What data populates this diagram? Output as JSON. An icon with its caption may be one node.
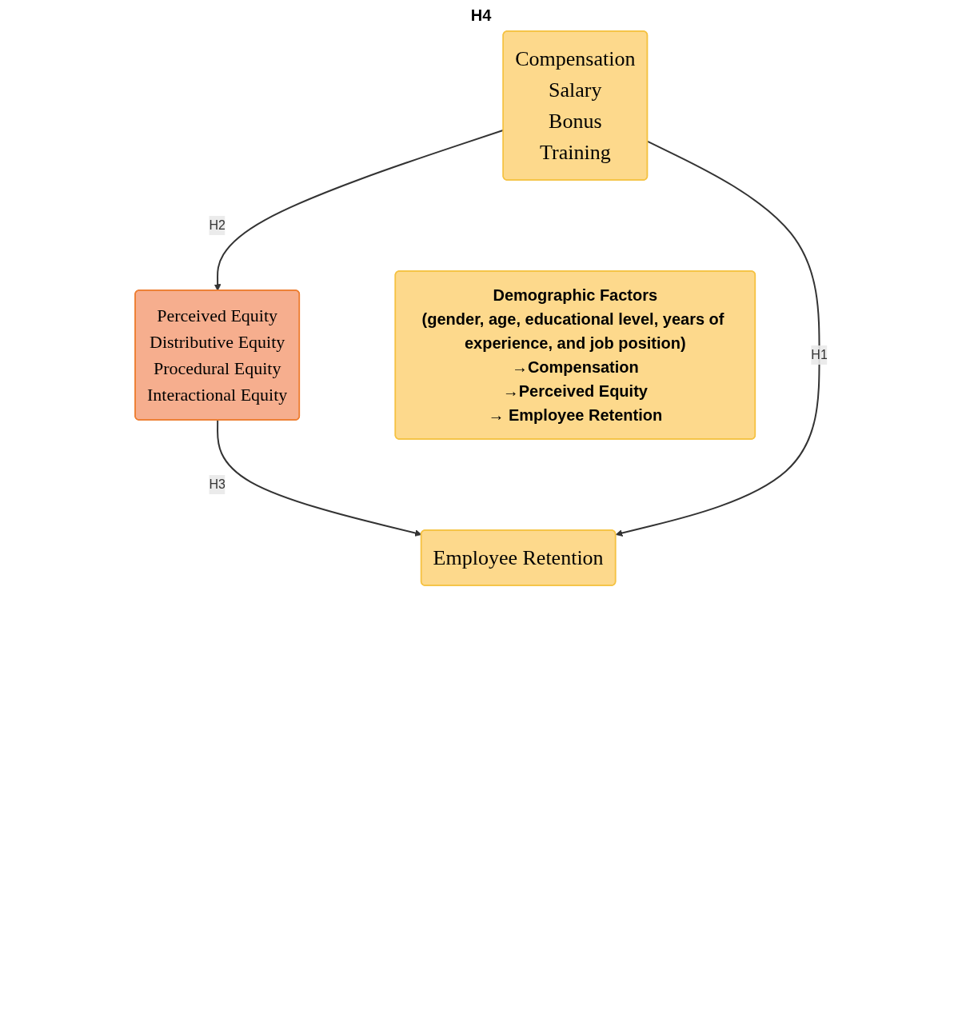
{
  "diagram": {
    "nodes": [
      {
        "text": [
          "Perceived Equity",
          "Distributive Equity",
          "Procedural Equity",
          "Interactional Equity"
        ]
      },
      {
        "text": [
          "Compensation",
          "Salary",
          "Bonus",
          "Training"
        ]
      },
      {
        "text": [
          "Employee Retention"
        ]
      },
      {
        "text": [
          "Demographic Factors",
          "(gender, age, educational level, years of experience, and job position)",
          "→Compensation",
          "→Perceived Equity",
          "→ Employee Retention"
        ]
      }
    ],
    "edges": [
      {
        "from": 1,
        "to": 0,
        "arrow": "to",
        "label": "H2"
      },
      {
        "from": 0,
        "to": 2,
        "arrow": "to",
        "label": "H3"
      },
      {
        "from": 1,
        "to": 2,
        "arrow": "to",
        "label": "H1"
      }
    ],
    "labels": [
      "H4"
    ]
  }
}
